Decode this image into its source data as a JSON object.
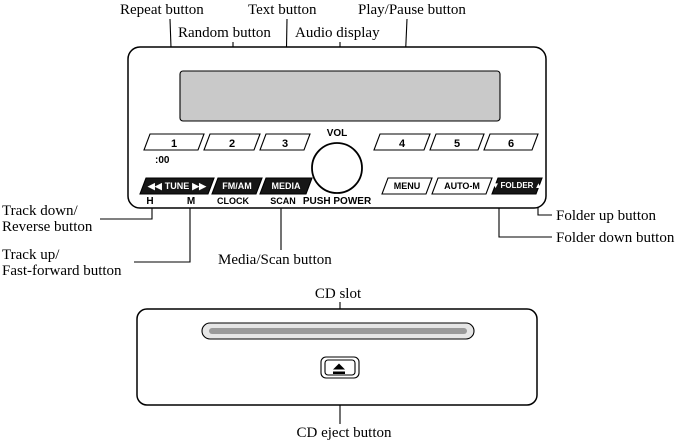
{
  "callouts": {
    "repeat": "Repeat button",
    "random": "Random button",
    "text": "Text button",
    "audio_display": "Audio display",
    "play_pause": "Play/Pause button",
    "track_down": [
      "Track down/",
      "Reverse button"
    ],
    "track_up": [
      "Track up/",
      "Fast-forward button"
    ],
    "media_scan": "Media/Scan button",
    "folder_up": "Folder up button",
    "folder_down": "Folder down button",
    "cd_slot": "CD slot",
    "cd_eject": "CD eject button"
  },
  "head_unit": {
    "presets": [
      "1",
      "2",
      "3",
      "4",
      "5",
      "6"
    ],
    "preset_sub": ":00",
    "vol": "VOL",
    "push_power": "PUSH POWER",
    "tune": {
      "icon_left": "◀◀",
      "label": "TUNE",
      "icon_right": "▶▶"
    },
    "tune_sub_h": "H",
    "tune_sub_m": "M",
    "fm_am": "FM/AM",
    "clock": "CLOCK",
    "media": "MEDIA",
    "scan": "SCAN",
    "menu": "MENU",
    "auto_m": "AUTO-M",
    "folder": {
      "icon_down": "▼",
      "label": "FOLDER",
      "icon_up": "▲"
    }
  },
  "colors": {
    "display_gray": "#c9c9c9",
    "button_dark": "#161616"
  }
}
